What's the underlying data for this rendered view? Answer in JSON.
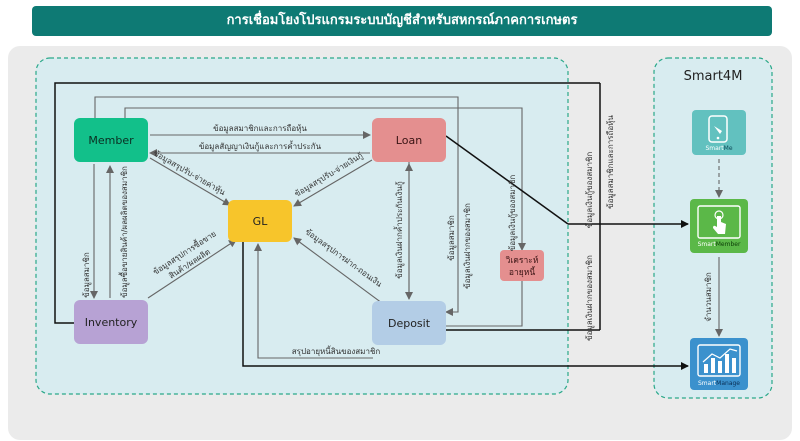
{
  "title": "การเชื่อมโยงโปรแกรมระบบบัญชีสำหรับสหกรณ์ภาคการเกษตร",
  "colors": {
    "banner": "#0e7a74",
    "inner_area": "#d8ecf0",
    "dashed_border": "#2aa889",
    "member": "#12c08a",
    "loan": "#e48f8f",
    "gl": "#f7c52b",
    "inventory": "#b7a2d4",
    "deposit": "#b3cde6",
    "analysis": "#e48f8f",
    "app_teal": "#62c1bf",
    "app_green": "#5bb848",
    "app_blue": "#3b91cd"
  },
  "nodes": {
    "member": "Member",
    "loan": "Loan",
    "gl": "GL",
    "inventory": "Inventory",
    "deposit": "Deposit",
    "analysis_line1": "วิเคราะห์",
    "analysis_line2": "อายุหนี้"
  },
  "smart4m": {
    "title": "Smart4M",
    "apps": [
      {
        "prefix": "Smart",
        "suffix": "Me",
        "icon": "phone-tap-icon"
      },
      {
        "prefix": "Smart",
        "suffix": "Member",
        "icon": "hand-click-icon"
      },
      {
        "prefix": "Smart",
        "suffix": "Manage",
        "icon": "bar-chart-icon"
      }
    ]
  },
  "labels": {
    "member_loan_shares": "ข้อมูลสมาชิกและการถือหุ้น",
    "loan_member_contracts": "ข้อมูลสัญญาเงินกู้และการค้ำประกัน",
    "member_gl": "ข้อมูลสรุปรับ-จ่ายค่าหุ้น",
    "loan_gl": "ข้อมูลสรุปรับ-จ่ายเงินกู้",
    "inventory_gl_1": "ข้อมูลสรุปการซื้อขาย",
    "inventory_gl_2": "สินค้า/ผลผลิต",
    "deposit_gl": "ข้อมูลสรุปการฝาก-ถอนเงิน",
    "member_inv_a": "ข้อมูลสมาชิก",
    "member_inv_b": "ข้อมูลซื้อขายสินค้า/ผลผลิตของสมาชิก",
    "loan_deposit_guarantee": "ข้อมูลเงินฝากค้ำประกันเงินกู้",
    "deposit_members": "ข้อมูลสมาชิก",
    "member_deposits": "ข้อมูลเงินฝากของสมาชิก",
    "member_loans": "ข้อมูลเงินกู้ของสมาชิก",
    "to_smart_loans": "ข้อมูลเงินกู้ของสมาชิก",
    "to_smart_shares": "ข้อมูลสมาชิกและการถือหุ้น",
    "to_smart_deposits": "ข้อมูลเงินฝากของสมาชิก",
    "smart_member_count": "จำนวนสมาชิก",
    "debt_summary": "สรุปอายุหนี้สินของสมาชิก"
  }
}
